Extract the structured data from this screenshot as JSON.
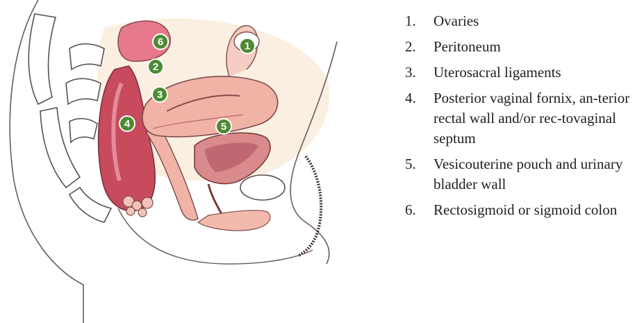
{
  "legend": {
    "items": [
      {
        "num": "1.",
        "text": "Ovaries"
      },
      {
        "num": "2.",
        "text": "Peritoneum"
      },
      {
        "num": "3.",
        "text": "Uterosacral ligaments"
      },
      {
        "num": "4.",
        "text": "Posterior vaginal fornix, an-terior rectal wall and/or rec-tovaginal septum"
      },
      {
        "num": "5.",
        "text": "Vesicouterine pouch and urinary bladder wall"
      },
      {
        "num": "6.",
        "text": "Rectosigmoid or sigmoid colon"
      }
    ]
  },
  "markers": {
    "m1": "1",
    "m2": "2",
    "m3": "3",
    "m4": "4",
    "m5": "5",
    "m6": "6"
  },
  "colors": {
    "marker_green": "#4d8a34",
    "rectum_red": "#c74a5d",
    "tissue_pink": "#f1b3a6",
    "peritoneum_peach": "#f7dcc0",
    "outline": "#5a4a4a"
  }
}
